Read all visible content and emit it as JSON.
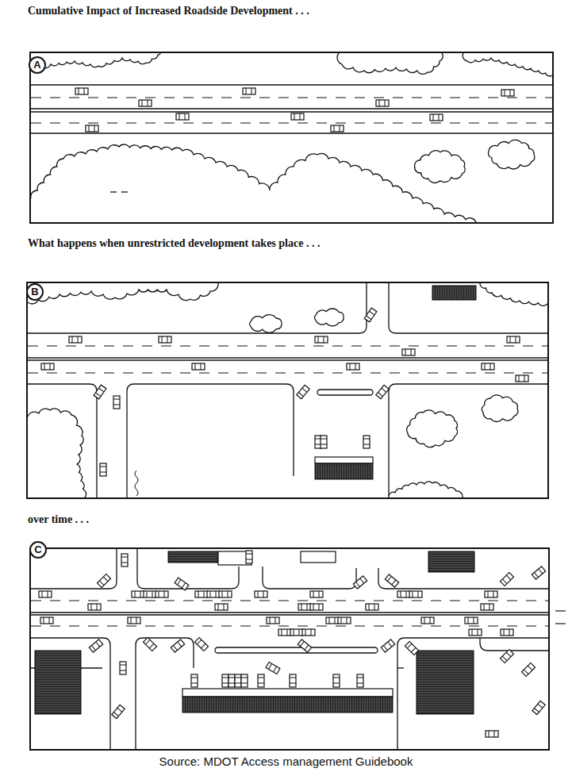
{
  "diagram": {
    "title": "Cumulative Impact of Increased Roadside Development . . .",
    "caption": "Source: MDOT Access management Guidebook",
    "nodes": [
      {
        "text": [
          "A"
        ]
      },
      {
        "text": [
          "What happens when unrestricted development takes place . . .",
          "B"
        ]
      },
      {
        "text": [
          "over time . . .",
          "C"
        ]
      }
    ]
  }
}
